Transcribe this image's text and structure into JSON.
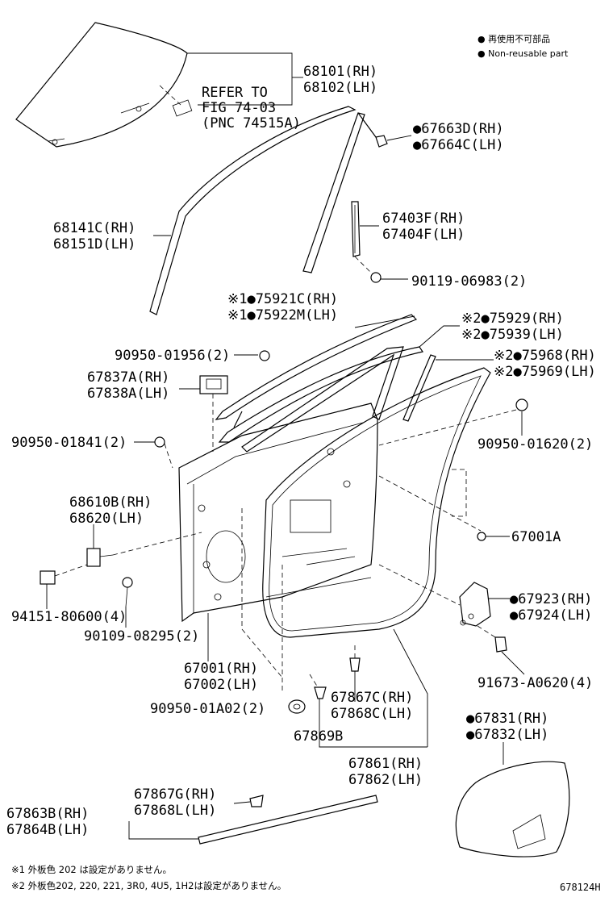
{
  "legend": {
    "line1": "● 再使用不可部品",
    "line2": "● Non-reusable part"
  },
  "refer": {
    "line1": "REFER TO",
    "line2": "FIG 74-03",
    "line3": "(PNC 74515A)"
  },
  "labels": [
    {
      "id": "p68101",
      "lines": [
        "68101(RH)",
        "68102(LH)"
      ]
    },
    {
      "id": "p67663",
      "lines": [
        "●67663D(RH)",
        "●67664C(LH)"
      ]
    },
    {
      "id": "p68141",
      "lines": [
        "68141C(RH)",
        "68151D(LH)"
      ]
    },
    {
      "id": "p67403",
      "lines": [
        "67403F(RH)",
        "67404F(LH)"
      ]
    },
    {
      "id": "p90119",
      "lines": [
        "90119-06983(2)"
      ]
    },
    {
      "id": "p75921",
      "lines": [
        "※1●75921C(RH)",
        "※1●75922M(LH)"
      ]
    },
    {
      "id": "p75929",
      "lines": [
        "※2●75929(RH)",
        "※2●75939(LH)"
      ]
    },
    {
      "id": "p90950a",
      "lines": [
        "90950-01956(2)"
      ]
    },
    {
      "id": "p75968",
      "lines": [
        "※2●75968(RH)",
        "※2●75969(LH)"
      ]
    },
    {
      "id": "p67837",
      "lines": [
        "67837A(RH)",
        "67838A(LH)"
      ]
    },
    {
      "id": "p90950b",
      "lines": [
        "90950-01841(2)"
      ]
    },
    {
      "id": "p90950c",
      "lines": [
        "90950-01620(2)"
      ]
    },
    {
      "id": "p68610",
      "lines": [
        "68610B(RH)",
        "68620(LH)"
      ]
    },
    {
      "id": "p67001a",
      "lines": [
        "67001A"
      ]
    },
    {
      "id": "p67923",
      "lines": [
        "●67923(RH)",
        "●67924(LH)"
      ]
    },
    {
      "id": "p94151",
      "lines": [
        "94151-80600(4)"
      ]
    },
    {
      "id": "p90109",
      "lines": [
        "90109-08295(2)"
      ]
    },
    {
      "id": "p67001",
      "lines": [
        "67001(RH)",
        "67002(LH)"
      ]
    },
    {
      "id": "p91673",
      "lines": [
        "91673-A0620(4)"
      ]
    },
    {
      "id": "p67867c",
      "lines": [
        "67867C(RH)",
        "67868C(LH)"
      ]
    },
    {
      "id": "p90950d",
      "lines": [
        "90950-01A02(2)"
      ]
    },
    {
      "id": "p67831",
      "lines": [
        "●67831(RH)",
        "●67832(LH)"
      ]
    },
    {
      "id": "p67869",
      "lines": [
        "67869B"
      ]
    },
    {
      "id": "p67861",
      "lines": [
        "67861(RH)",
        "67862(LH)"
      ]
    },
    {
      "id": "p67867g",
      "lines": [
        "67867G(RH)",
        "67868L(LH)"
      ]
    },
    {
      "id": "p67863",
      "lines": [
        "67863B(RH)",
        "67864B(LH)"
      ]
    }
  ],
  "footnotes": {
    "note1": "※1 外板色 202 は設定がありません。",
    "note2": "※2 外板色202, 220, 221, 3R0, 4U5, 1H2は設定がありません。"
  },
  "figure_code": "678124H"
}
